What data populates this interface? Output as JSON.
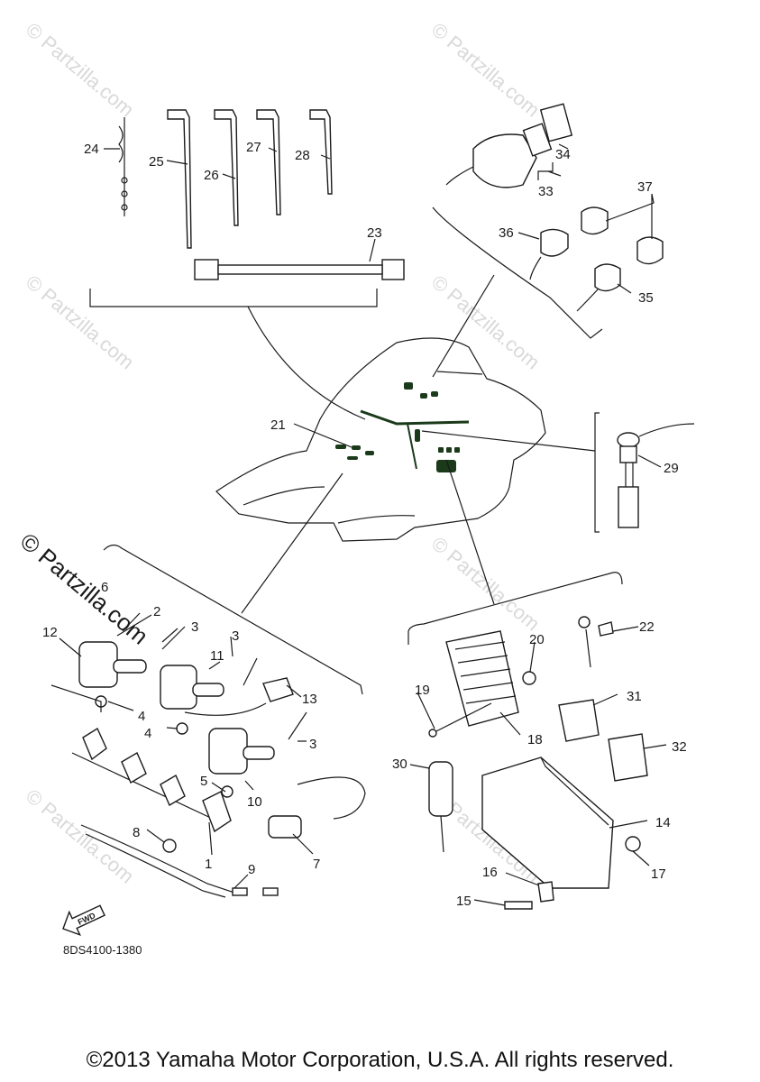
{
  "watermark": {
    "text": "© Partzilla.com",
    "primary_text": "© Partzilla.com"
  },
  "callouts": {
    "n1": "1",
    "n2": "2",
    "n3a": "3",
    "n3b": "3",
    "n3c": "3",
    "n4a": "4",
    "n4b": "4",
    "n5": "5",
    "n6": "6",
    "n7": "7",
    "n8": "8",
    "n9": "9",
    "n10": "10",
    "n11": "11",
    "n12": "12",
    "n13": "13",
    "n14": "14",
    "n15": "15",
    "n16": "16",
    "n17": "17",
    "n18": "18",
    "n19": "19",
    "n20": "20",
    "n21": "21",
    "n22": "22",
    "n23": "23",
    "n24": "24",
    "n25": "25",
    "n26": "26",
    "n27": "27",
    "n28": "28",
    "n29": "29",
    "n30": "30",
    "n31": "31",
    "n32": "32",
    "n33": "33",
    "n34": "34",
    "n35": "35",
    "n36": "36",
    "n37": "37"
  },
  "fwd_label": "FWD",
  "diagram_code": "8DS4100-1380",
  "copyright": "©2013 Yamaha Motor Corporation, U.S.A. All rights reserved."
}
